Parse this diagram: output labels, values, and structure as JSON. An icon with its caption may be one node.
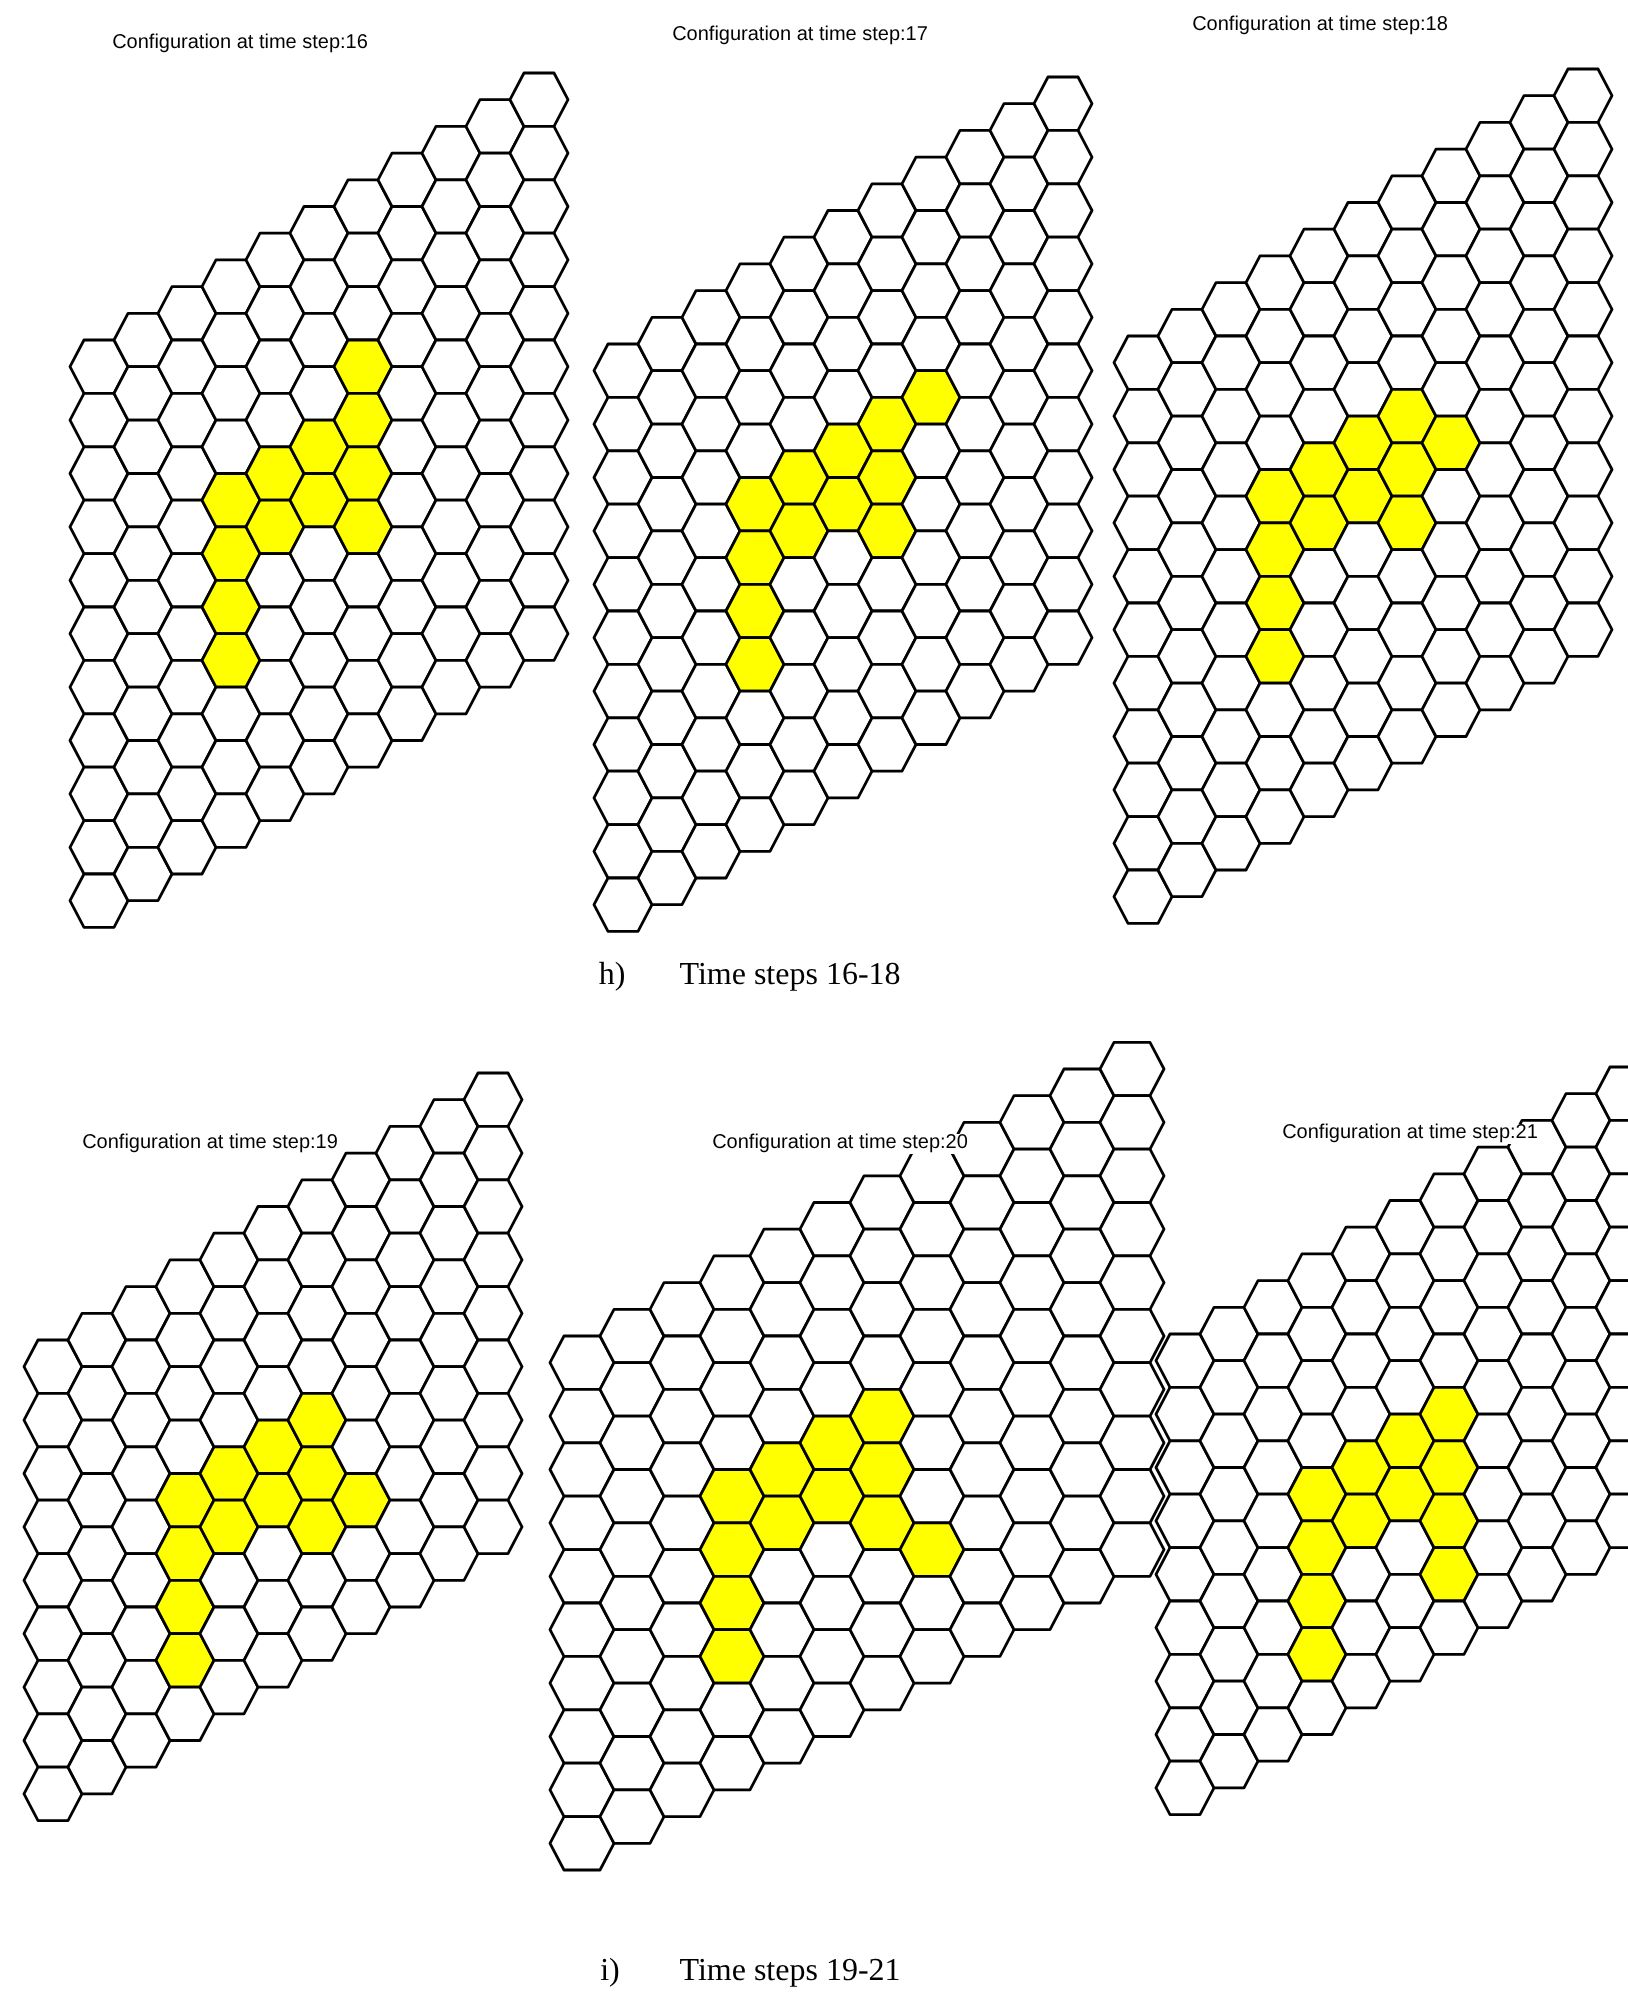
{
  "diagram": {
    "labels": [
      "Configuration at time step:16",
      "Configuration at time step:17",
      "Configuration at time step:18",
      "h)",
      "Time steps 16-18",
      "Configuration at time step:19",
      "Configuration at time step:20",
      "Configuration at time step:21",
      "i)",
      "Time steps 19-21"
    ]
  }
}
